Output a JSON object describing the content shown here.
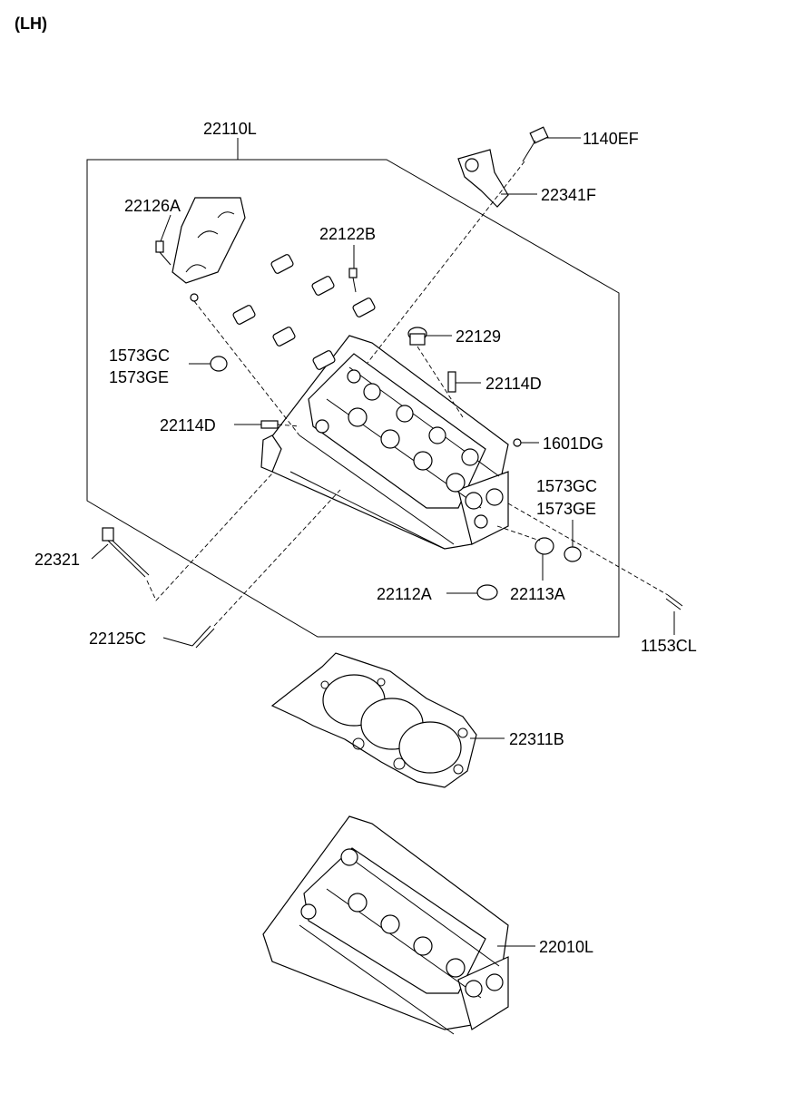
{
  "variant": "(LH)",
  "labels": {
    "p22110L": "22110L",
    "p1140EF": "1140EF",
    "p22341F": "22341F",
    "p22126A": "22126A",
    "p22122B": "22122B",
    "p22129": "22129",
    "p1573GC_a": "1573GC",
    "p1573GE_a": "1573GE",
    "p22114D_a": "22114D",
    "p22114D_b": "22114D",
    "p1601DG": "1601DG",
    "p1573GC_b": "1573GC",
    "p1573GE_b": "1573GE",
    "p22321": "22321",
    "p22112A": "22112A",
    "p22113A": "22113A",
    "p22125C": "22125C",
    "p1153CL": "1153CL",
    "p22311B": "22311B",
    "p22010L": "22010L"
  }
}
